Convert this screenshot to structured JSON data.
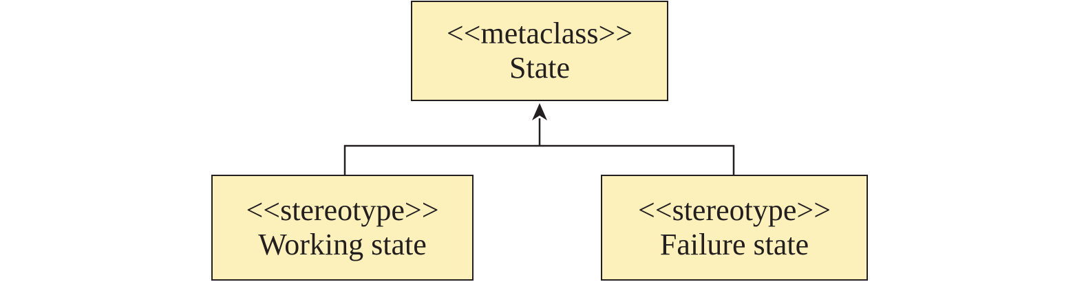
{
  "colors": {
    "box_fill": "#fcf1bb",
    "stroke": "#231f20",
    "text": "#231f20",
    "background": "#ffffff"
  },
  "nodes": {
    "metaclass": {
      "stereotype": "<<metaclass>>",
      "name": "State"
    },
    "working": {
      "stereotype": "<<stereotype>>",
      "name": "Working state"
    },
    "failure": {
      "stereotype": "<<stereotype>>",
      "name": "Failure state"
    }
  },
  "edges": [
    {
      "from": "working",
      "to": "metaclass",
      "kind": "extension-arrow"
    },
    {
      "from": "failure",
      "to": "metaclass",
      "kind": "extension-arrow"
    }
  ]
}
